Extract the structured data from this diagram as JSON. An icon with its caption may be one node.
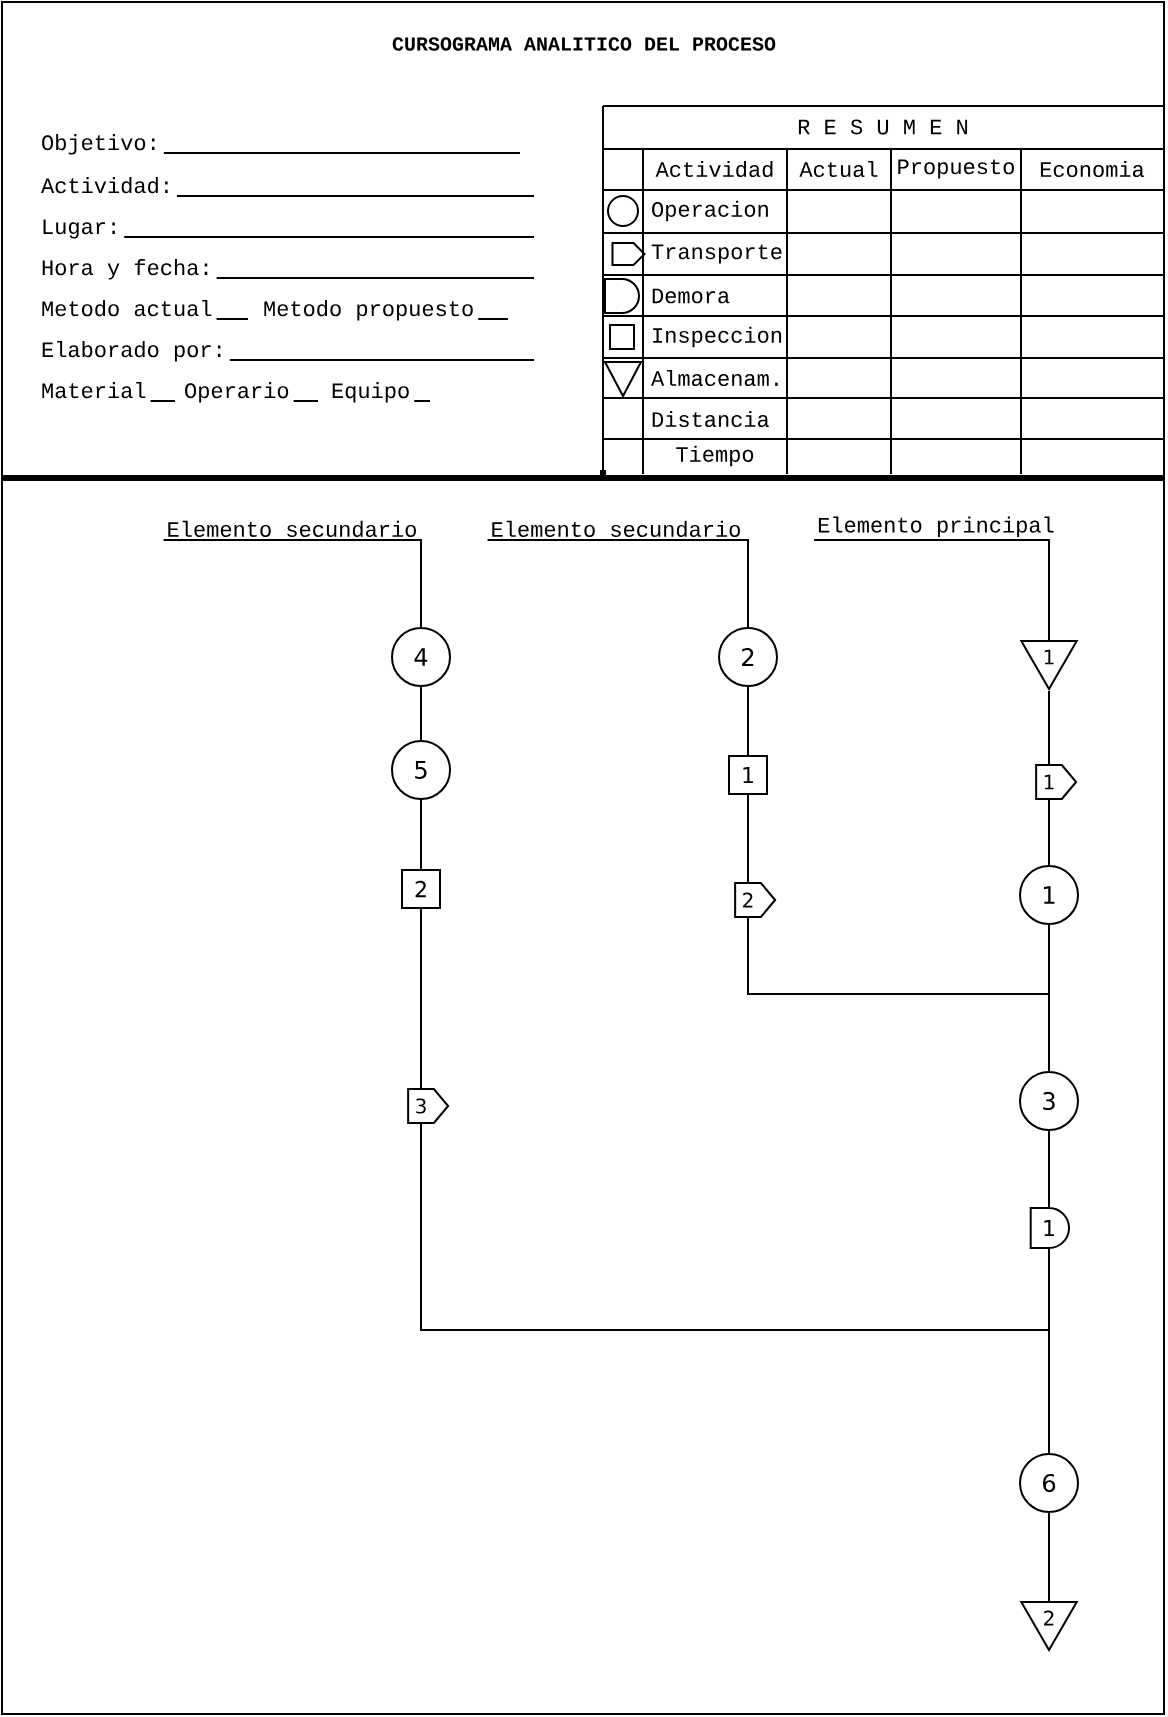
{
  "diagram": {
    "title": "CURSOGRAMA ANALITICO DEL PROCESO",
    "nodes": [
      {
        "text": [
          "Elemento secundario"
        ]
      },
      {
        "text": [
          "4"
        ]
      },
      {
        "text": [
          "5"
        ]
      },
      {
        "text": [
          "2"
        ]
      },
      {
        "text": [
          "3"
        ]
      },
      {
        "text": [
          "Elemento secundario"
        ]
      },
      {
        "text": [
          "2"
        ]
      },
      {
        "text": [
          "1"
        ]
      },
      {
        "text": [
          "2"
        ]
      },
      {
        "text": [
          "Elemento principal"
        ]
      },
      {
        "text": [
          "1"
        ]
      },
      {
        "text": [
          "1"
        ]
      },
      {
        "text": [
          "1"
        ]
      },
      {
        "text": [
          "3"
        ]
      },
      {
        "text": [
          "1"
        ]
      },
      {
        "text": [
          "6"
        ]
      },
      {
        "text": [
          "2"
        ]
      }
    ],
    "edges": [
      {
        "from": 0,
        "to": 1,
        "arrow": "none"
      },
      {
        "from": 1,
        "to": 2,
        "arrow": "none"
      },
      {
        "from": 2,
        "to": 3,
        "arrow": "none"
      },
      {
        "from": 3,
        "to": 4,
        "arrow": "none"
      },
      {
        "from": 4,
        "to": 15,
        "arrow": "none"
      },
      {
        "from": 5,
        "to": 6,
        "arrow": "none"
      },
      {
        "from": 6,
        "to": 7,
        "arrow": "none"
      },
      {
        "from": 7,
        "to": 8,
        "arrow": "none"
      },
      {
        "from": 8,
        "to": 13,
        "arrow": "none"
      },
      {
        "from": 9,
        "to": 10,
        "arrow": "none"
      },
      {
        "from": 10,
        "to": 11,
        "arrow": "none"
      },
      {
        "from": 11,
        "to": 12,
        "arrow": "none"
      },
      {
        "from": 12,
        "to": 13,
        "arrow": "none"
      },
      {
        "from": 13,
        "to": 14,
        "arrow": "none"
      },
      {
        "from": 14,
        "to": 15,
        "arrow": "none"
      },
      {
        "from": 15,
        "to": 16,
        "arrow": "none"
      }
    ],
    "labels": [
      "Objetivo:",
      "Actividad:",
      "Lugar:",
      "Hora y fecha:",
      "Metodo actual",
      "Metodo propuesto",
      "Elaborado por:",
      "Material",
      "Operario",
      "Equipo",
      "R E S U M E N",
      "Actividad",
      "Actual",
      "Propuesto",
      "Economia",
      "Operacion",
      "Transporte",
      "Demora",
      "Inspeccion",
      "Almacenam.",
      "Distancia",
      "Tiempo"
    ]
  }
}
